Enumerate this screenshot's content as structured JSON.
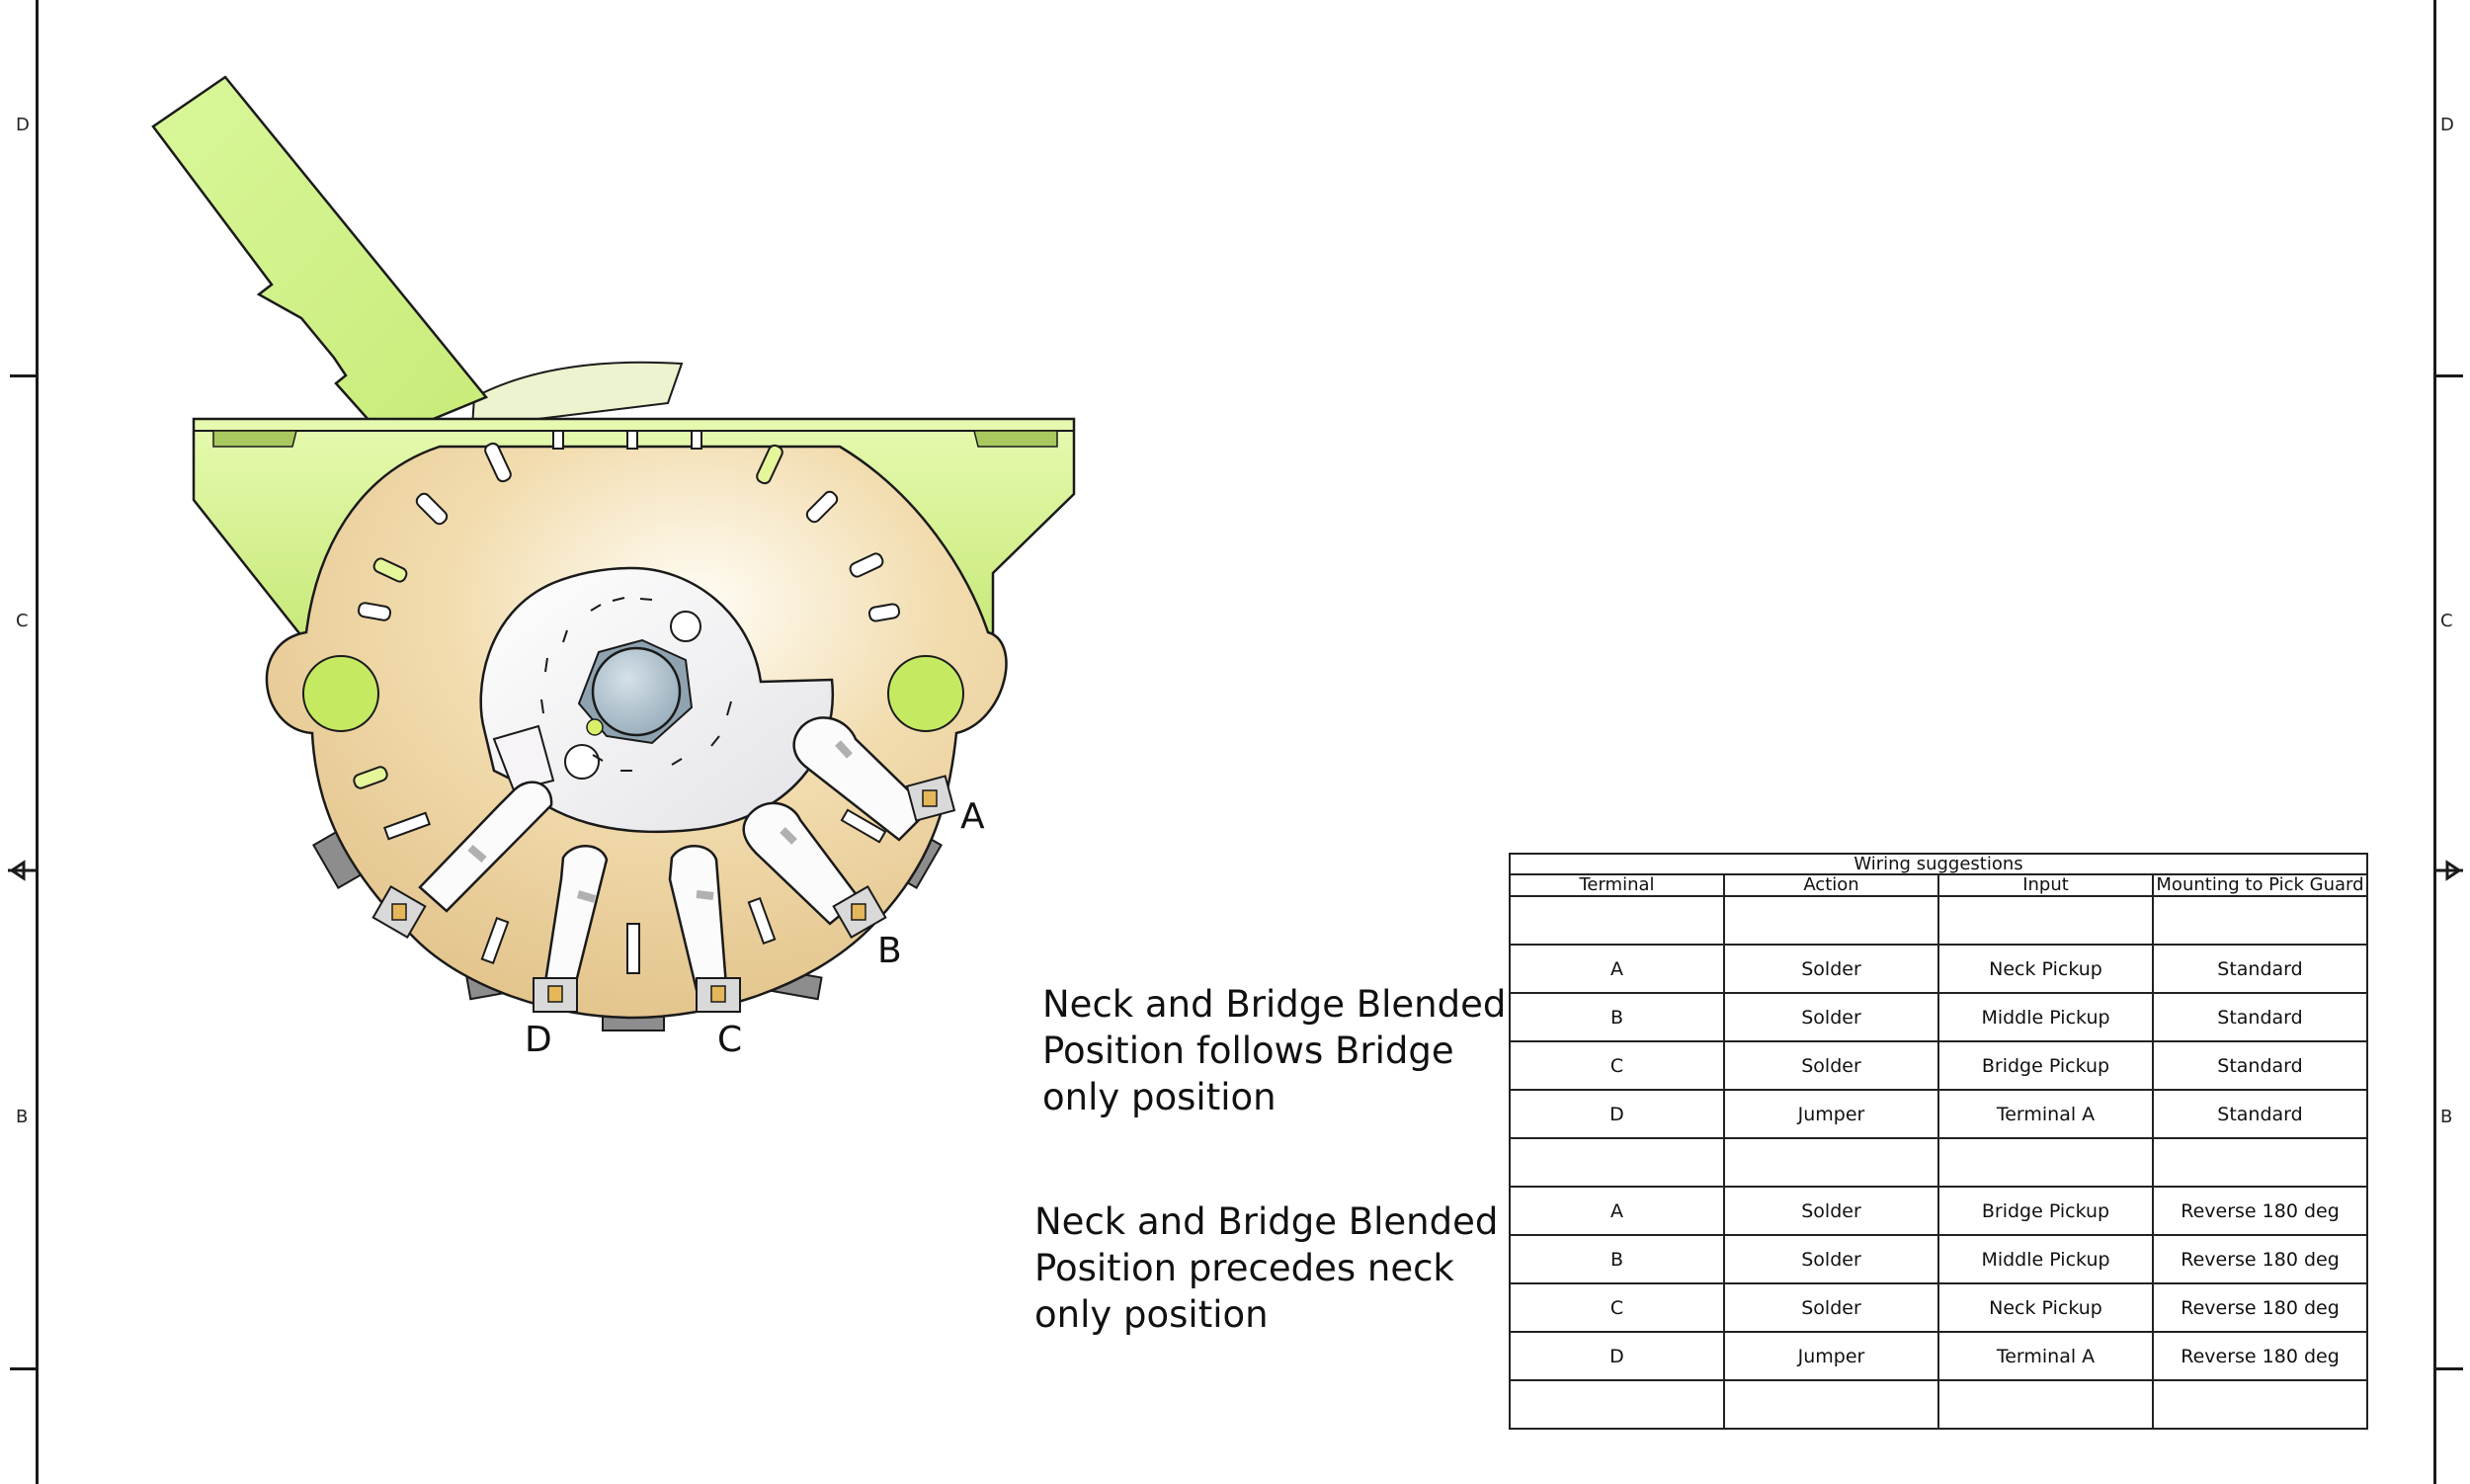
{
  "border": {
    "zones_left": [
      "D",
      "C",
      "B"
    ],
    "zones_right": [
      "D",
      "C",
      "B"
    ]
  },
  "colors": {
    "lever": "#d4f58c",
    "bracket": "#d0ee80",
    "wafer": "#e9cd96",
    "rotor": "#f3f1f3",
    "shaft": "#aebfcb",
    "outline": "#1a1a1a"
  },
  "terminal_labels": {
    "a": "A",
    "b": "B",
    "c": "C",
    "d": "D"
  },
  "notes": {
    "first": "Neck and Bridge Blended\nPosition follows Bridge\nonly position",
    "second": "Neck and Bridge Blended\nPosition precedes neck\nonly position"
  },
  "table": {
    "caption": "Wiring suggestions",
    "headers": [
      "Terminal",
      "Action",
      "Input",
      "Mounting to Pick Guard"
    ],
    "rows": [
      [
        "",
        "",
        "",
        ""
      ],
      [
        "A",
        "Solder",
        "Neck Pickup",
        "Standard"
      ],
      [
        "B",
        "Solder",
        "Middle Pickup",
        "Standard"
      ],
      [
        "C",
        "Solder",
        "Bridge Pickup",
        "Standard"
      ],
      [
        "D",
        "Jumper",
        "Terminal A",
        "Standard"
      ],
      [
        "",
        "",
        "",
        ""
      ],
      [
        "A",
        "Solder",
        "Bridge Pickup",
        "Reverse 180 deg"
      ],
      [
        "B",
        "Solder",
        "Middle Pickup",
        "Reverse 180 deg"
      ],
      [
        "C",
        "Solder",
        "Neck Pickup",
        "Reverse 180 deg"
      ],
      [
        "D",
        "Jumper",
        "Terminal A",
        "Reverse 180 deg"
      ],
      [
        "",
        "",
        "",
        ""
      ]
    ]
  }
}
